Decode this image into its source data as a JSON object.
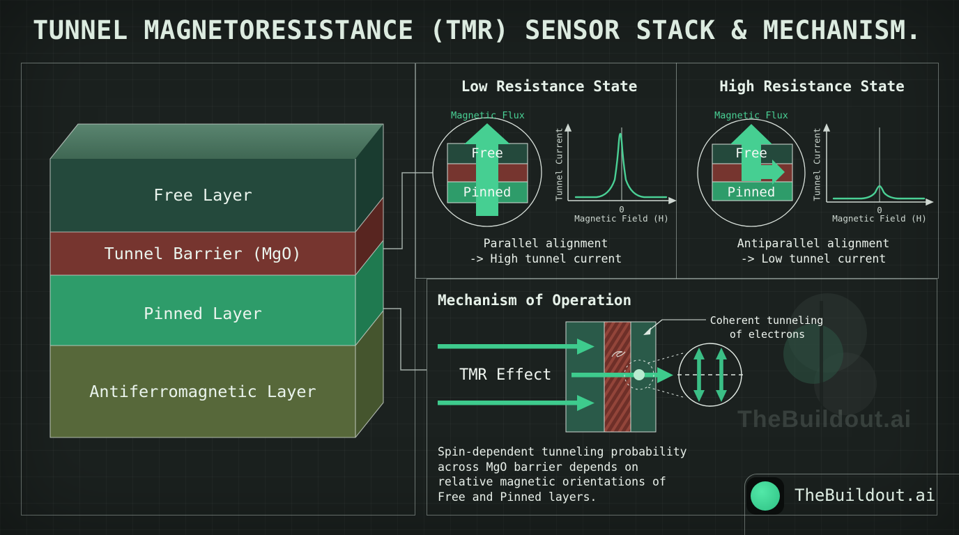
{
  "title": "TUNNEL MAGNETORESISTANCE (TMR) SENSOR STACK & MECHANISM.",
  "stack": {
    "layers": [
      {
        "label": "Free Layer",
        "color": "#24493c"
      },
      {
        "label": "Tunnel Barrier (MgO)",
        "color": "#76352f"
      },
      {
        "label": "Pinned Layer",
        "color": "#2e9c6a"
      },
      {
        "label": "Antiferromagnetic Layer",
        "color": "#57683a"
      }
    ]
  },
  "low_state": {
    "heading": "Low Resistance State",
    "flux_label": "Magnetic Flux",
    "free_label": "Free",
    "pinned_label": "Pinned",
    "caption_line1": "Parallel alignment",
    "caption_line2": "-> High tunnel current",
    "graph": {
      "ylabel": "Tunnel Current",
      "xlabel": "Magnetic Field (H)",
      "zero_tick": "0"
    }
  },
  "high_state": {
    "heading": "High Resistance State",
    "flux_label": "Magnetic Flux",
    "free_label": "Free",
    "pinned_label": "Pinned",
    "caption_line1": "Antiparallel alignment",
    "caption_line2": "-> Low tunnel current",
    "graph": {
      "ylabel": "Tunnel Current",
      "xlabel": "Magnetic Field (H)",
      "zero_tick": "0"
    }
  },
  "mechanism": {
    "heading": "Mechanism of Operation",
    "tmr_label": "TMR Effect",
    "callout_line1": "Coherent tunneling",
    "callout_line2": "of electrons",
    "body_line1": "Spin-dependent tunneling probability",
    "body_line2": "across MgO barrier depends on",
    "body_line3": "relative magnetic orientations of",
    "body_line4": "Free and Pinned layers."
  },
  "brand": {
    "footer": "TheBuildout.ai",
    "watermark": "TheBuildout.ai"
  },
  "colors": {
    "accent_green": "#46cf92",
    "free_teal": "#24493c",
    "barrier_red": "#76352f",
    "pinned_green": "#2e9c6a",
    "antiferro_olive": "#57683a",
    "panel_border": "#b9c9c1",
    "background": "#1b211f"
  },
  "chart_data": [
    {
      "type": "line",
      "title": "Low Resistance State",
      "xlabel": "Magnetic Field (H)",
      "ylabel": "Tunnel Current",
      "x_ticks": [
        "0"
      ],
      "annotation": "sharp tall peak of tunnel current centered at H=0",
      "series": [
        {
          "name": "tunnel current",
          "x": [
            -3,
            -2,
            -1,
            -0.5,
            -0.2,
            0,
            0.2,
            0.5,
            1,
            2,
            3
          ],
          "values": [
            0.05,
            0.05,
            0.07,
            0.12,
            0.55,
            1.0,
            0.55,
            0.12,
            0.07,
            0.05,
            0.05
          ]
        }
      ],
      "legend": false,
      "grid": false
    },
    {
      "type": "line",
      "title": "High Resistance State",
      "xlabel": "Magnetic Field (H)",
      "ylabel": "Tunnel Current",
      "x_ticks": [
        "0"
      ],
      "annotation": "small low bump of tunnel current centered at H=0",
      "series": [
        {
          "name": "tunnel current",
          "x": [
            -3,
            -2,
            -1,
            -0.5,
            -0.2,
            0,
            0.2,
            0.5,
            1,
            2,
            3
          ],
          "values": [
            0.05,
            0.05,
            0.06,
            0.08,
            0.15,
            0.22,
            0.15,
            0.08,
            0.06,
            0.05,
            0.05
          ]
        }
      ],
      "legend": false,
      "grid": false
    }
  ]
}
